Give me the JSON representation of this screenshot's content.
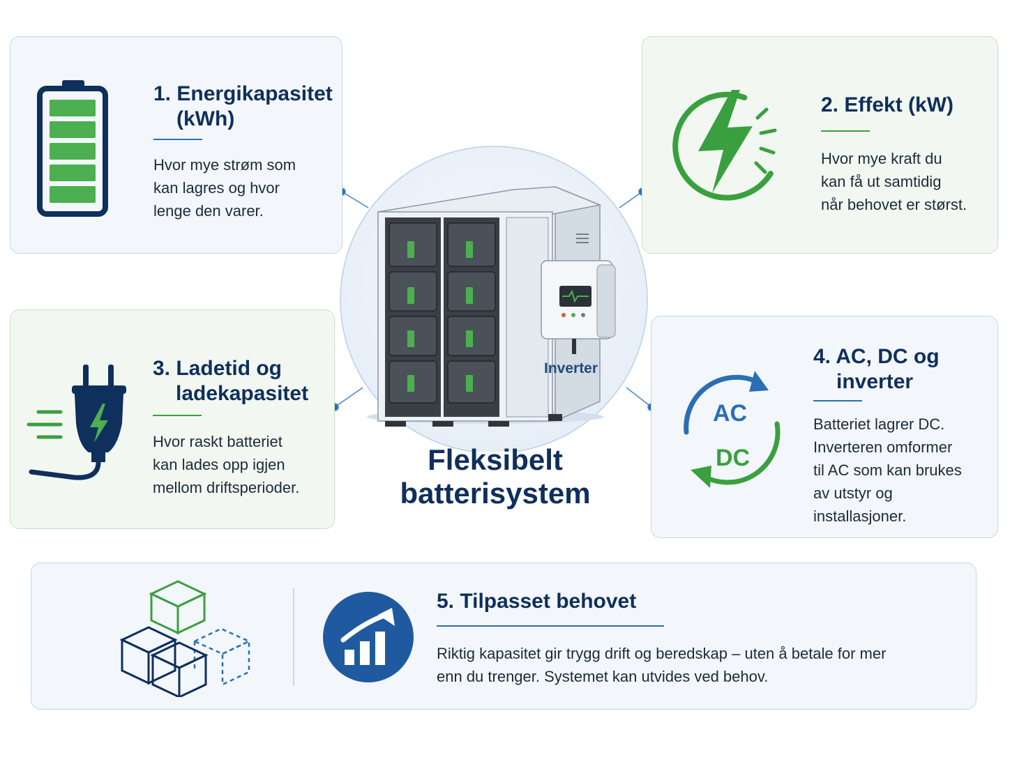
{
  "center": {
    "title_line1": "Fleksibelt",
    "title_line2": "batterisystem",
    "inverter_label": "Inverter"
  },
  "cards": {
    "capacity": {
      "title_line1": "1. Energikapasitet",
      "title_line2": "(kWh)",
      "desc": [
        "Hvor mye strøm som",
        "kan lagres og hvor",
        "lenge den varer."
      ],
      "icon": "battery-icon"
    },
    "power": {
      "title": "2. Effekt (kW)",
      "desc": [
        "Hvor mye kraft du",
        "kan få ut samtidig",
        "når behovet er størst."
      ],
      "icon": "lightning-icon"
    },
    "charging": {
      "title_line1": "3. Ladetid og",
      "title_line2": "ladekapasitet",
      "desc": [
        "Hvor raskt batteriet",
        "kan lades opp igjen",
        "mellom driftsperioder."
      ],
      "icon": "plug-icon"
    },
    "acdc": {
      "title_line1": "4.  AC, DC og",
      "title_line2": "inverter",
      "desc": [
        "Batteriet lagrer DC.",
        "Inverteren omformer",
        "til AC som kan brukes",
        "av utstyr og",
        "installasjoner."
      ],
      "ac_label": "AC",
      "dc_label": "DC",
      "icon": "ac-dc-cycle-icon"
    },
    "adapted": {
      "title": "5.  Tilpasset behovet",
      "desc": [
        "Riktig kapasitet gir trygg drift og beredskap – uten å betale for mer",
        "enn du trenger. Systemet kan utvides ved behov."
      ],
      "icons": [
        "modular-cubes-icon",
        "growth-chart-icon"
      ]
    }
  },
  "colors": {
    "navy": "#0f2f5c",
    "blue": "#2a6fb5",
    "green": "#3aa03f",
    "card_blue_bg": "#f3f7fb",
    "card_green_bg": "#f2f8f1"
  }
}
